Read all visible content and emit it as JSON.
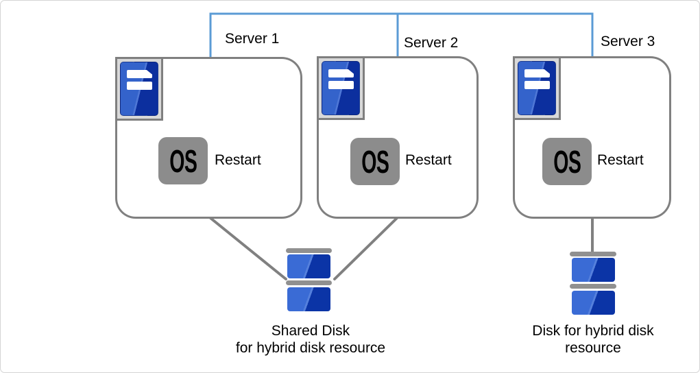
{
  "diagram": {
    "servers": [
      {
        "name": "Server 1",
        "os_label": "OS",
        "action": "Restart"
      },
      {
        "name": "Server 2",
        "os_label": "OS",
        "action": "Restart"
      },
      {
        "name": "Server 3",
        "os_label": "OS",
        "action": "Restart"
      }
    ],
    "shared_disk": {
      "caption_line1": "Shared Disk",
      "caption_line2": "for hybrid disk resource"
    },
    "hybrid_disk": {
      "caption_line1": "Disk for hybrid disk",
      "caption_line2": "resource"
    },
    "colors": {
      "network_line": "#5B9BD5",
      "connector_gray": "#808080",
      "server_border": "#808080",
      "os_box_gray": "#8C8C8C",
      "icon_frame_gray": "#D9D9D9",
      "icon_blue_light": "#3463CB",
      "icon_blue_dark": "#0C2F9E",
      "disk_cap_gray": "#909090"
    }
  }
}
